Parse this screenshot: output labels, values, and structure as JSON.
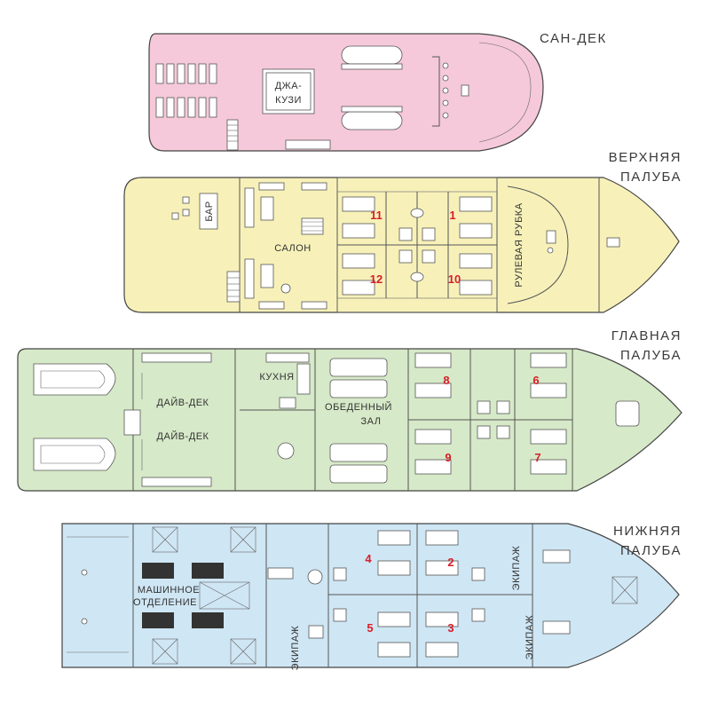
{
  "colors": {
    "sundeck": "#f5c9d9",
    "upper": "#f7f1b9",
    "main": "#d6e9c8",
    "lower": "#cfe6f4",
    "cabin_number": "#d81e2a"
  },
  "decks": {
    "sundeck": {
      "title": "САН-ДЕК",
      "jacuzzi": [
        "ДЖА-",
        "КУЗИ"
      ]
    },
    "upper": {
      "title": [
        "ВЕРХНЯЯ",
        "ПАЛУБА"
      ],
      "bar": "БАР",
      "salon": "САЛОН",
      "wheelhouse": "РУЛЕВАЯ РУБКА",
      "cabins": [
        "11",
        "1",
        "12",
        "10"
      ]
    },
    "main": {
      "title": [
        "ГЛАВНАЯ",
        "ПАЛУБА"
      ],
      "kitchen": "КУХНЯ",
      "dining": [
        "ОБЕДЕННЫЙ",
        "ЗАЛ"
      ],
      "divedeck_1": "ДАЙВ-ДЕК",
      "divedeck_2": "ДАЙВ-ДЕК",
      "cabins": [
        "8",
        "6",
        "9",
        "7"
      ]
    },
    "lower": {
      "title": [
        "НИЖНЯЯ",
        "ПАЛУБА"
      ],
      "engine": [
        "МАШИННОЕ",
        "ОТДЕЛЕНИЕ"
      ],
      "crew": [
        "ЭКИПАЖ",
        "ЭКИПАЖ",
        "ЭКИПАЖ"
      ],
      "cabins": [
        "4",
        "2",
        "5",
        "3"
      ]
    }
  }
}
